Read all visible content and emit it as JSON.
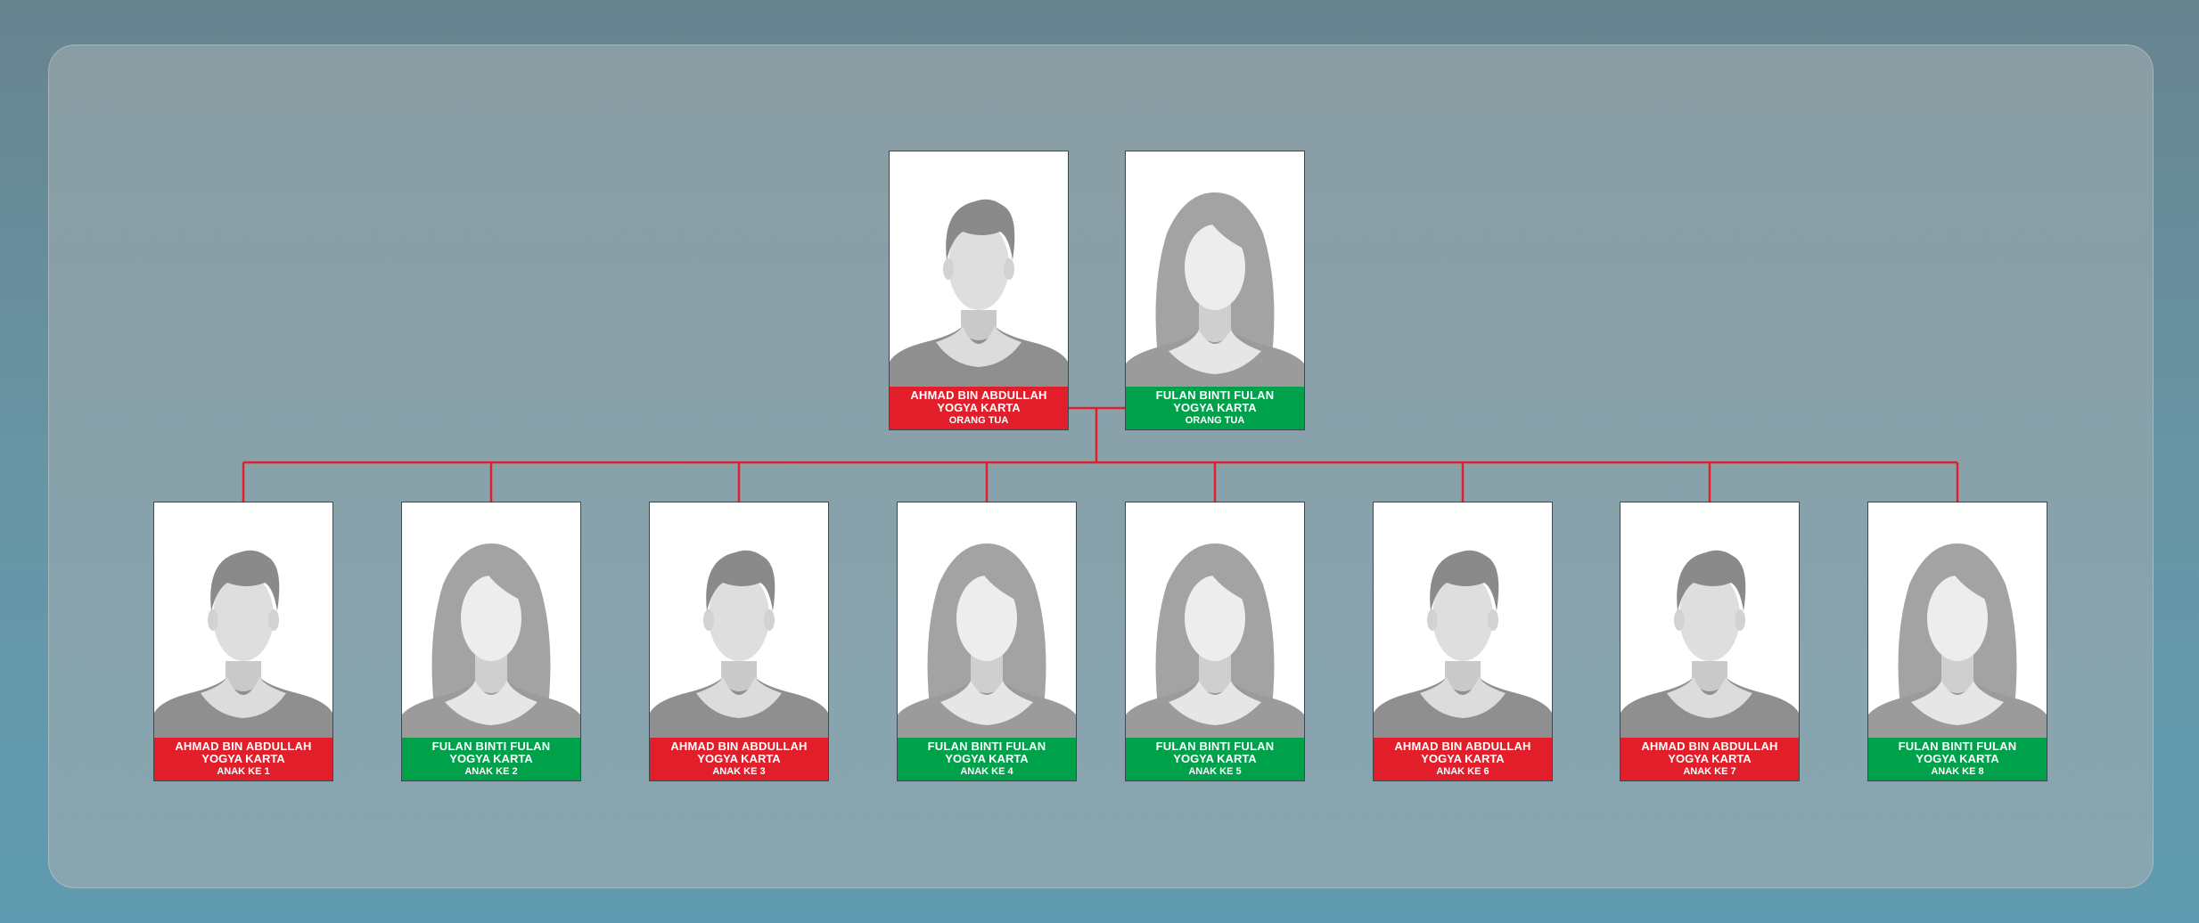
{
  "colors": {
    "male_label": "#e31e2b",
    "female_label": "#00a14b",
    "connector": "#e31e2b"
  },
  "parents": [
    {
      "name": "AHMAD BIN ABDULLAH",
      "city": "YOGYA KARTA",
      "role": "ORANG TUA",
      "gender": "male"
    },
    {
      "name": "FULAN BINTI FULAN",
      "city": "YOGYA KARTA",
      "role": "ORANG TUA",
      "gender": "female"
    }
  ],
  "children": [
    {
      "name": "AHMAD BIN ABDULLAH",
      "city": "YOGYA KARTA",
      "role": "ANAK KE 1",
      "gender": "male"
    },
    {
      "name": "FULAN BINTI FULAN",
      "city": "YOGYA KARTA",
      "role": "ANAK KE 2",
      "gender": "female"
    },
    {
      "name": "AHMAD BIN ABDULLAH",
      "city": "YOGYA KARTA",
      "role": "ANAK KE 3",
      "gender": "male"
    },
    {
      "name": "FULAN BINTI FULAN",
      "city": "YOGYA KARTA",
      "role": "ANAK KE 4",
      "gender": "female"
    },
    {
      "name": "FULAN BINTI FULAN",
      "city": "YOGYA KARTA",
      "role": "ANAK KE 5",
      "gender": "female"
    },
    {
      "name": "AHMAD BIN ABDULLAH",
      "city": "YOGYA KARTA",
      "role": "ANAK KE 6",
      "gender": "male"
    },
    {
      "name": "AHMAD BIN ABDULLAH",
      "city": "YOGYA KARTA",
      "role": "ANAK KE 7",
      "gender": "male"
    },
    {
      "name": "FULAN BINTI FULAN",
      "city": "YOGYA KARTA",
      "role": "ANAK KE 8",
      "gender": "female"
    }
  ]
}
